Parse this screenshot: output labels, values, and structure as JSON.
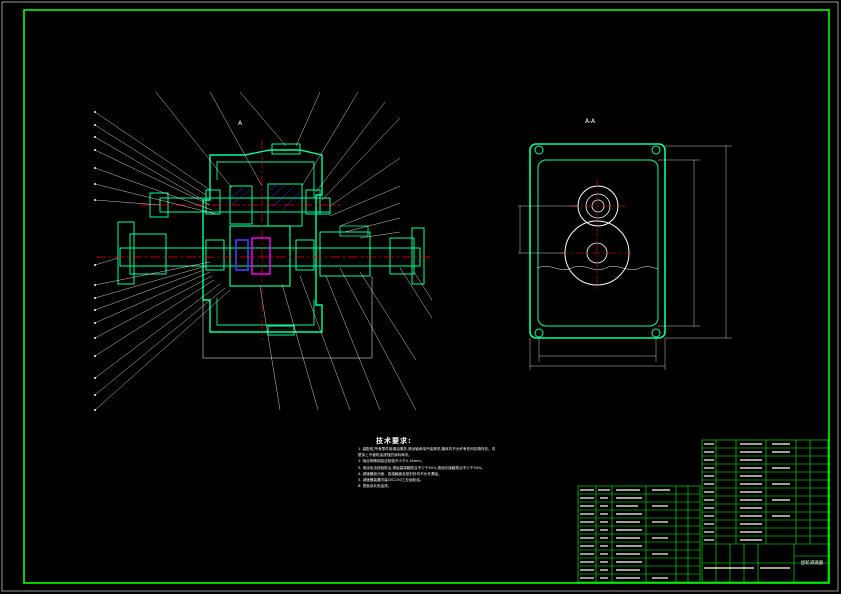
{
  "drawing": {
    "colors": {
      "background": "#000000",
      "frame": "#00ff00",
      "outline": "#00ff99",
      "centerline": "#ff0000",
      "shaft_accent": "#ff00ff",
      "dimension": "#ffffff",
      "hatch_blue": "#4040ff"
    },
    "section_label": "A",
    "view_label": "A-A",
    "technical_notes": {
      "title": "技术要求:",
      "lines": [
        "1. 装配前,所有零件用煤油清洗,滚动轴承用汽油清洗,箱体内不允许有任何杂物存在。内",
        "   壁涂上不被机油浸蚀的涂料两次。",
        "2. 啮合侧隙用铅丝检验不小于0.16mm。",
        "3. 用涂色法检验斑点,按齿高接触斑点不少于40%,按齿长接触斑点不少于50%。",
        "4. 减速器剖分面、各接触面及密封处均不允许漏油。",
        "5. 减速器装置内装CKC150工业齿轮油。",
        "6. 表面涂灰色油漆。"
      ]
    },
    "title_block": {
      "name": "齿轮减速器"
    }
  }
}
